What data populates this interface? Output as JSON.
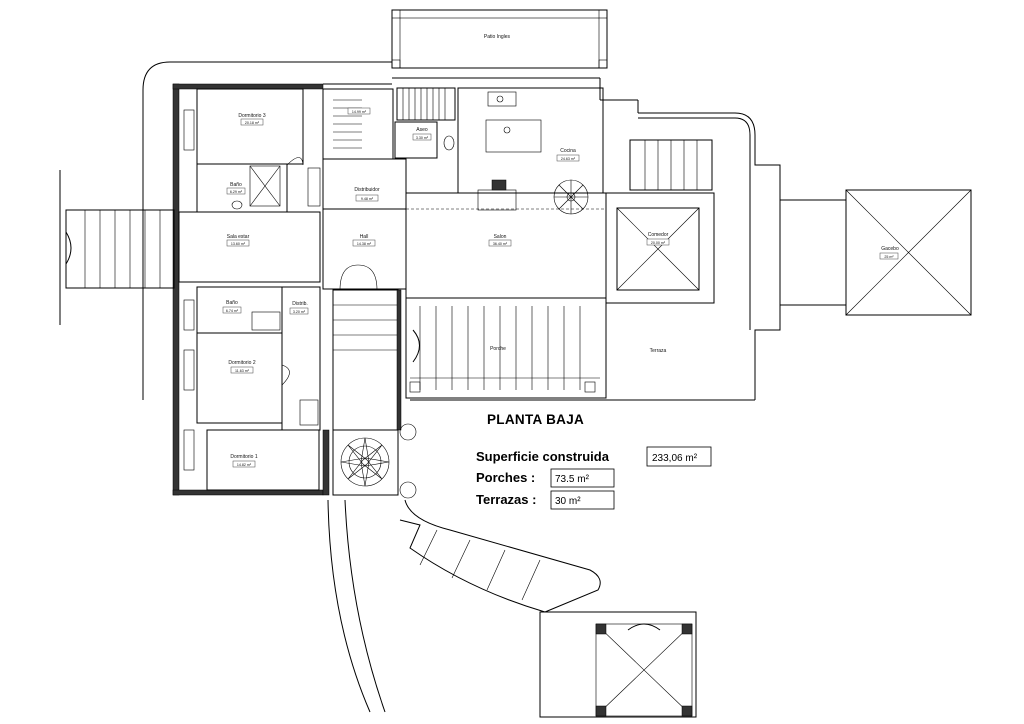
{
  "plan": {
    "title": "PLANTA BAJA",
    "rooms": {
      "patio": "Patio Ingles",
      "dorm3": {
        "name": "Dormitorio 3",
        "area": "20.18 m²"
      },
      "bano_top": {
        "name": "Baño",
        "area": "6.29 m²"
      },
      "escalera": {
        "area": "14.99 m²"
      },
      "aseo": {
        "name": "Aseo",
        "area": "3.30 m²"
      },
      "cocina": {
        "name": "Cocina",
        "area": "24.63 m²"
      },
      "distribuidor": {
        "name": "Distribuidor",
        "area": "9.48 m²"
      },
      "sala_estar": {
        "name": "Sala estar",
        "area": "13.60 m²"
      },
      "hall": {
        "name": "Hall",
        "area": "14.38 m²"
      },
      "salon": {
        "name": "Salon",
        "area": "36.40 m²"
      },
      "comedor": {
        "name": "Comedor",
        "area": "20.00 m²"
      },
      "gacebo": {
        "name": "Gacebo",
        "area": "25 m²"
      },
      "bano_mid": {
        "name": "Baño",
        "area": "6.74 m²"
      },
      "distrib2": {
        "name": "Distrib.",
        "area": "3.20 m²"
      },
      "dorm2": {
        "name": "Dormitorio 2",
        "area": "11.63 m²"
      },
      "dorm1": {
        "name": "Dormitorio 1",
        "area": "14.82 m²"
      },
      "porche": "Porche",
      "terraza": "Terraza"
    }
  },
  "summary": {
    "built_label": "Superficie construida",
    "built_value": "233,06 m²",
    "porches_label": "Porches :",
    "porches_value": "73.5 m²",
    "terraces_label": "Terrazas :",
    "terraces_value": "30 m²"
  }
}
